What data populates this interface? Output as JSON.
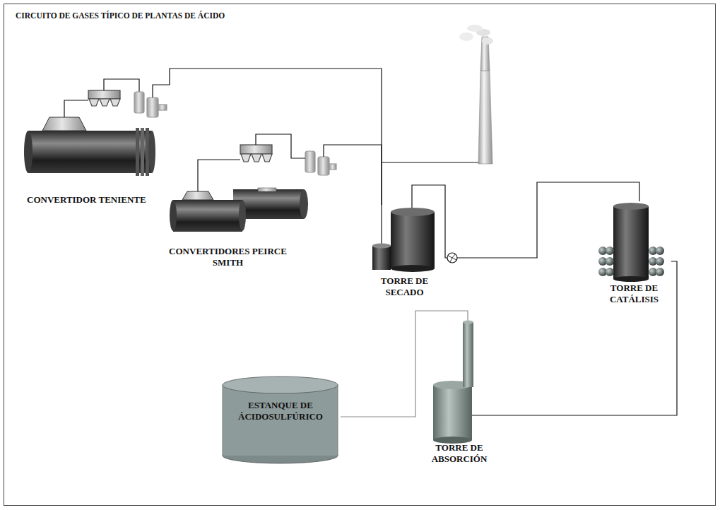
{
  "diagram": {
    "title": "CIRCUITO DE GASES TÍPICO DE PLANTAS DE ÁCIDO",
    "nodes": [
      {
        "text": [
          "CONVERTIDOR TENIENTE"
        ]
      },
      {
        "text": [
          "CONVERTIDORES PEIRCE SMITH"
        ]
      },
      {
        "text": [
          "TORRE DE SECADO"
        ]
      },
      {
        "text": [
          "TORRE DE CATÁLISIS"
        ]
      },
      {
        "text": [
          "ESTANQUE DE ÁCIDOSULFÚRICO"
        ]
      },
      {
        "text": [
          "TORRE DE ABSORCIÓN"
        ]
      }
    ],
    "edges": [
      {
        "from": 0,
        "to": 2,
        "arrow": "none"
      },
      {
        "from": 1,
        "to": 2,
        "arrow": "none"
      },
      {
        "from": 2,
        "to": 3,
        "arrow": "none"
      },
      {
        "from": 3,
        "to": 5,
        "arrow": "none"
      },
      {
        "from": 5,
        "to": 4,
        "arrow": "none"
      }
    ]
  }
}
